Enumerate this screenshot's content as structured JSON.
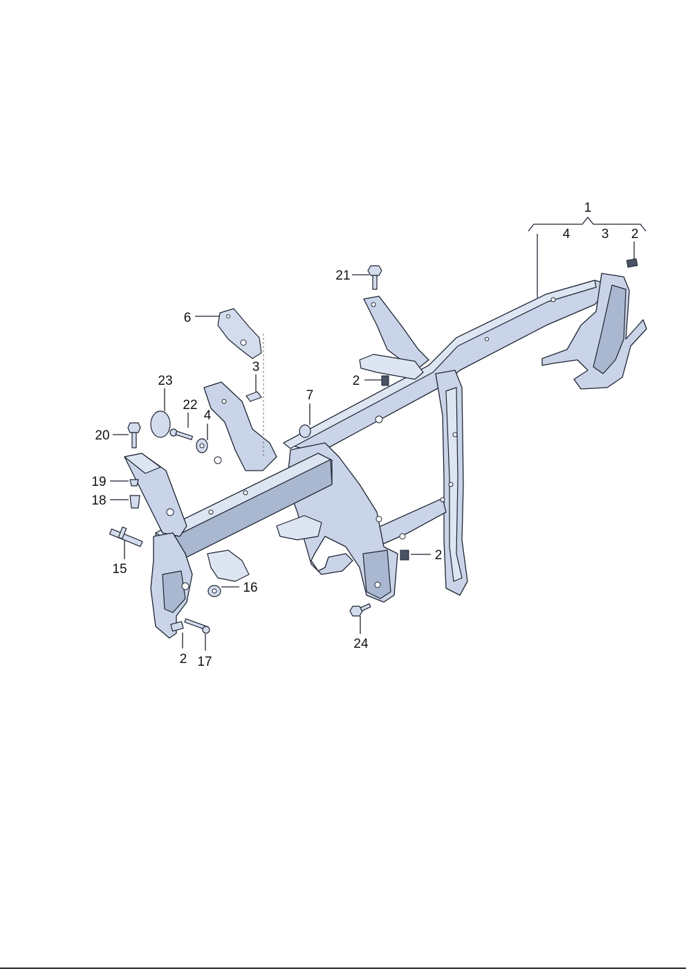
{
  "callouts": {
    "c1": "1",
    "c4_top": "4",
    "c3_top": "3",
    "c2_top": "2",
    "c21": "21",
    "c6": "6",
    "c3": "3",
    "c2_mid": "2",
    "c7": "7",
    "c23": "23",
    "c22": "22",
    "c4": "4",
    "c20": "20",
    "c19": "19",
    "c18": "18",
    "c15": "15",
    "c16": "16",
    "c2_right": "2",
    "c24": "24",
    "c2_bottom": "2",
    "c17": "17"
  },
  "colors": {
    "metal": "#c9d4e8",
    "line": "#1c2230"
  }
}
